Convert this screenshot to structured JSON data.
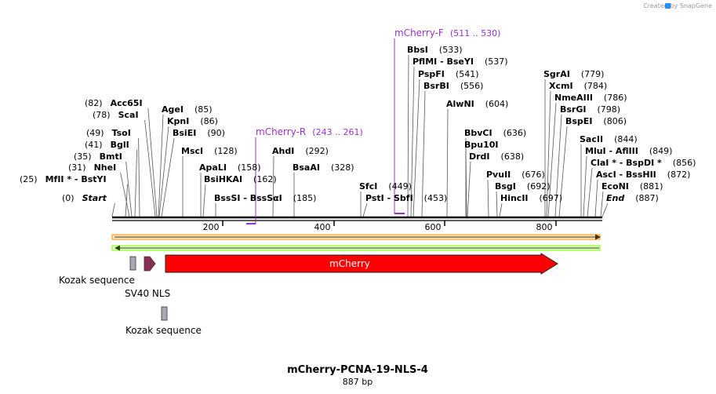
{
  "credit": "Created by SnapGene",
  "title": "mCherry-PCNA-19-NLS-4",
  "length_label": "887 bp",
  "colors": {
    "backbone": "#000000",
    "primer": "#9b30c8",
    "mcherry": "#ff0000",
    "nls": "#8b2e55",
    "kozak": "#a9a9b4",
    "orange_bar": "#ff8c00",
    "green_bar": "#7cfc00"
  },
  "ticks": [
    "200",
    "400",
    "600",
    "800"
  ],
  "sites": [
    {
      "name": "Start",
      "pos": "(0)",
      "italic": true
    },
    {
      "name": "MfII * - BstYI",
      "pos": "(25)"
    },
    {
      "name": "NheI",
      "pos": "(31)"
    },
    {
      "name": "BmtI",
      "pos": "(35)"
    },
    {
      "name": "BglI",
      "pos": "(41)"
    },
    {
      "name": "TsoI",
      "pos": "(49)"
    },
    {
      "name": "ScaI",
      "pos": "(78)"
    },
    {
      "name": "Acc65I",
      "pos": "(82)"
    },
    {
      "name": "AgeI",
      "pos": "(85)"
    },
    {
      "name": "KpnI",
      "pos": "(86)"
    },
    {
      "name": "BsiEI",
      "pos": "(90)"
    },
    {
      "name": "MscI",
      "pos": "(128)"
    },
    {
      "name": "ApaLI",
      "pos": "(158)"
    },
    {
      "name": "BsiHKAI",
      "pos": "(162)"
    },
    {
      "name": "BssSI - BssSαI",
      "pos": "(185)"
    },
    {
      "name": "AhdI",
      "pos": "(292)"
    },
    {
      "name": "BsaAI",
      "pos": "(328)"
    },
    {
      "name": "SfcI",
      "pos": "(449)"
    },
    {
      "name": "PstI - SbfI",
      "pos": "(453)"
    },
    {
      "name": "BbsI",
      "pos": "(533)"
    },
    {
      "name": "PflMI - BseYI",
      "pos": "(537)"
    },
    {
      "name": "PspFI",
      "pos": "(541)"
    },
    {
      "name": "BsrBI",
      "pos": "(556)"
    },
    {
      "name": "AlwNI",
      "pos": "(604)"
    },
    {
      "name": "BbvCI",
      "pos": "(636)"
    },
    {
      "name": "Bpu10I",
      "pos": ""
    },
    {
      "name": "DrdI",
      "pos": "(638)"
    },
    {
      "name": "PvuII",
      "pos": "(676)"
    },
    {
      "name": "BsgI",
      "pos": "(692)"
    },
    {
      "name": "HincII",
      "pos": "(697)"
    },
    {
      "name": "SgrAI",
      "pos": "(779)"
    },
    {
      "name": "XcmI",
      "pos": "(784)"
    },
    {
      "name": "NmeAIII",
      "pos": "(786)"
    },
    {
      "name": "BsrGI",
      "pos": "(798)"
    },
    {
      "name": "BspEI",
      "pos": "(806)"
    },
    {
      "name": "SacII",
      "pos": "(844)"
    },
    {
      "name": "MluI - AflIII",
      "pos": "(849)"
    },
    {
      "name": "ClaI * - BspDI *",
      "pos": "(856)"
    },
    {
      "name": "AscI - BssHII",
      "pos": "(872)"
    },
    {
      "name": "EcoNI",
      "pos": "(881)"
    },
    {
      "name": "End",
      "pos": "(887)",
      "italic": true
    }
  ],
  "primers": [
    {
      "name": "mCherry-F",
      "range": "(511 .. 530)"
    },
    {
      "name": "mCherry-R",
      "range": "(243 .. 261)"
    }
  ],
  "features": [
    {
      "name": "mCherry"
    },
    {
      "name": "Kozak sequence"
    },
    {
      "name": "SV40 NLS"
    },
    {
      "name": "Kozak sequence"
    }
  ]
}
